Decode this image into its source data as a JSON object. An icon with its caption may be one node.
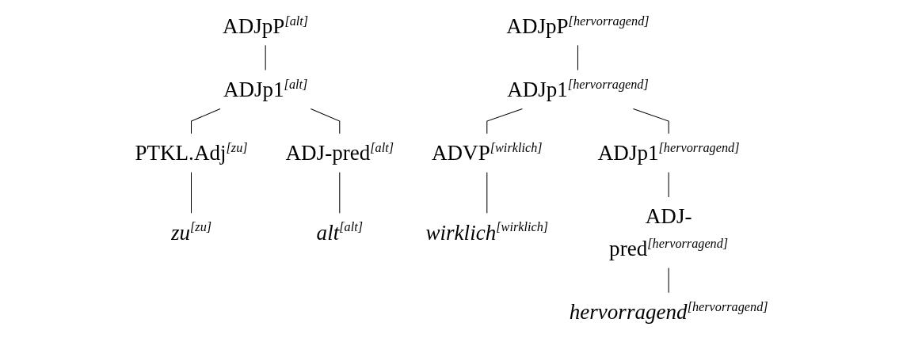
{
  "diagram": {
    "nodes": [
      {
        "text": [
          "ADJpP$^{[alt]}$"
        ]
      },
      {
        "text": [
          "ADJp1$^{[alt]}$"
        ]
      },
      {
        "text": [
          "PTKL.Adj$^{[zu]}$"
        ]
      },
      {
        "text": [
          "ADJ-pred$^{[alt]}$"
        ]
      },
      {
        "text": [
          "*zu*$^{[zu]}$"
        ]
      },
      {
        "text": [
          "*alt*$^{[alt]}$"
        ]
      },
      {
        "text": [
          "ADJpP$^{[hervorragend]}$"
        ]
      },
      {
        "text": [
          "ADJp1$^{[hervorragend]}$"
        ]
      },
      {
        "text": [
          "ADVP$^{[wirklich]}$"
        ]
      },
      {
        "text": [
          "ADJp1$^{[hervorragend]}$"
        ]
      },
      {
        "text": [
          "*wirklich*$^{[wirklich]}$"
        ]
      },
      {
        "text": [
          "ADJ-pred$^{[hervorragend]}$"
        ]
      },
      {
        "text": [
          "*hervorragend*$^{[hervorragend]}$"
        ]
      }
    ],
    "edges": [
      {
        "from": 0,
        "to": 1,
        "arrow": "none"
      },
      {
        "from": 1,
        "to": 2,
        "arrow": "none"
      },
      {
        "from": 1,
        "to": 3,
        "arrow": "none"
      },
      {
        "from": 2,
        "to": 4,
        "arrow": "none"
      },
      {
        "from": 3,
        "to": 5,
        "arrow": "none"
      },
      {
        "from": 6,
        "to": 7,
        "arrow": "none"
      },
      {
        "from": 7,
        "to": 8,
        "arrow": "none"
      },
      {
        "from": 7,
        "to": 9,
        "arrow": "none"
      },
      {
        "from": 8,
        "to": 10,
        "arrow": "none"
      },
      {
        "from": 9,
        "to": 11,
        "arrow": "none"
      },
      {
        "from": 11,
        "to": 12,
        "arrow": "none"
      }
    ]
  }
}
